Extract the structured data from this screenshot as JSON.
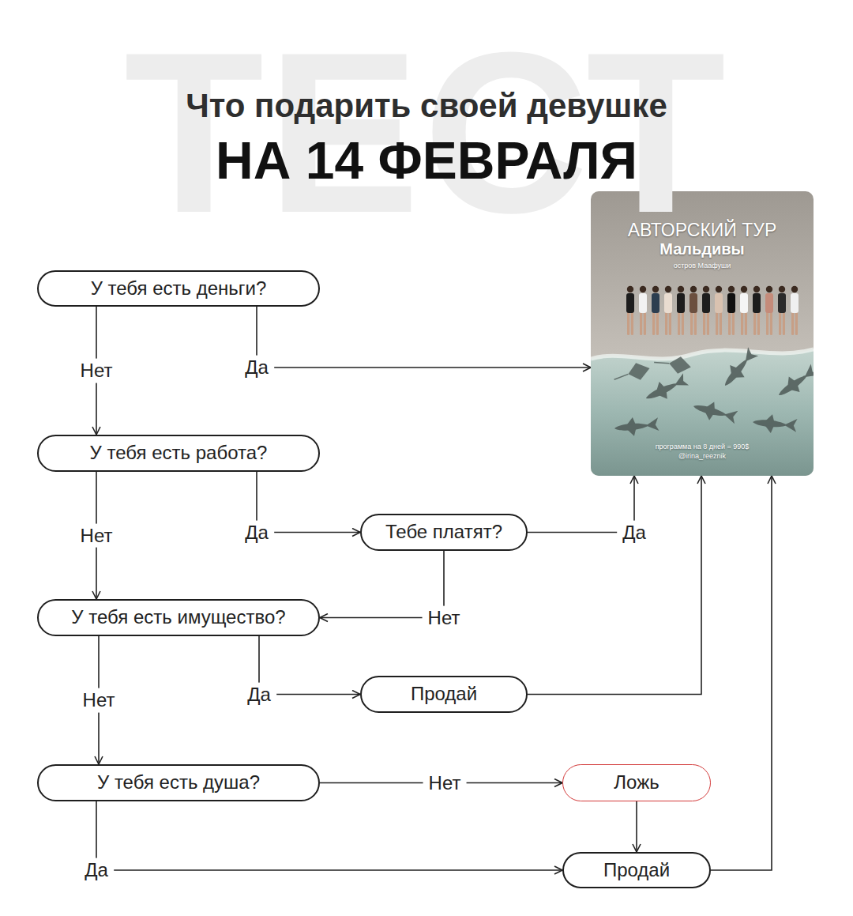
{
  "diagram": {
    "title": "Что подарить своей девушке",
    "nodes": [
      {
        "text": [
          "У тебя есть деньги?"
        ]
      },
      {
        "text": [
          "АВТОРСКИЙ ТУР",
          "Мальдивы",
          "остров Маафуши",
          "программа на 8 дней = 990$",
          "@irina_reeznik"
        ]
      },
      {
        "text": [
          "У тебя есть работа?"
        ]
      },
      {
        "text": [
          "Тебе платят?"
        ]
      },
      {
        "text": [
          "У тебя есть имущество?"
        ]
      },
      {
        "text": [
          "Продай"
        ]
      },
      {
        "text": [
          "У тебя есть душа?"
        ]
      },
      {
        "text": [
          "Ложь"
        ]
      },
      {
        "text": [
          "Продай"
        ]
      }
    ],
    "edges": [
      {
        "from": 0,
        "to": 2,
        "arrow": "to",
        "label": "Нет"
      },
      {
        "from": 0,
        "to": 1,
        "arrow": "to",
        "label": "Да"
      },
      {
        "from": 2,
        "to": 4,
        "arrow": "to",
        "label": "Нет"
      },
      {
        "from": 2,
        "to": 3,
        "arrow": "to",
        "label": "Да"
      },
      {
        "from": 3,
        "to": 1,
        "arrow": "to",
        "label": "Да"
      },
      {
        "from": 3,
        "to": 4,
        "arrow": "to",
        "label": "Нет"
      },
      {
        "from": 4,
        "to": 6,
        "arrow": "to",
        "label": "Нет"
      },
      {
        "from": 4,
        "to": 5,
        "arrow": "to",
        "label": "Да"
      },
      {
        "from": 5,
        "to": 1,
        "arrow": "to"
      },
      {
        "from": 6,
        "to": 7,
        "arrow": "to",
        "label": "Нет"
      },
      {
        "from": 6,
        "to": 8,
        "arrow": "to",
        "label": "Да"
      },
      {
        "from": 7,
        "to": 8,
        "arrow": "to"
      },
      {
        "from": 8,
        "to": 1,
        "arrow": "to"
      }
    ],
    "labels": [
      "ТЕСТ",
      "НА 14 ФЕВРАЛЯ"
    ]
  }
}
